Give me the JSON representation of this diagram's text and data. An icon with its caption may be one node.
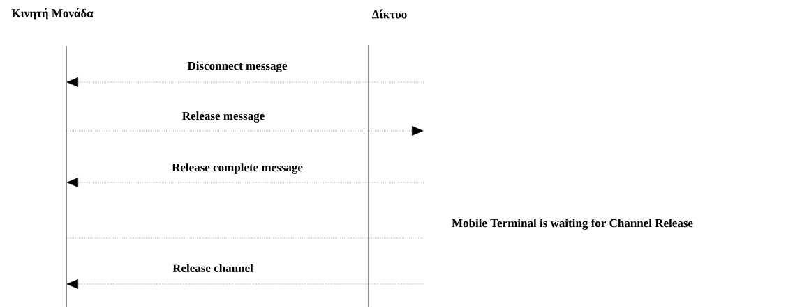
{
  "diagram": {
    "nodes": [
      {
        "text": [
          "Κινητή Μονάδα"
        ]
      },
      {
        "text": [
          "Δίκτυο"
        ]
      }
    ],
    "edges": [
      {
        "from": 1,
        "to": 0,
        "arrow": "to",
        "label": "Disconnect message"
      },
      {
        "from": 0,
        "to": 1,
        "arrow": "to",
        "label": "Release message"
      },
      {
        "from": 1,
        "to": 0,
        "arrow": "to",
        "label": "Release complete message"
      },
      {
        "from": 0,
        "to": 1,
        "arrow": "none",
        "label": "Mobile Terminal is waiting for Channel Release"
      },
      {
        "from": 1,
        "to": 0,
        "arrow": "to",
        "label": "Release channel"
      }
    ]
  }
}
